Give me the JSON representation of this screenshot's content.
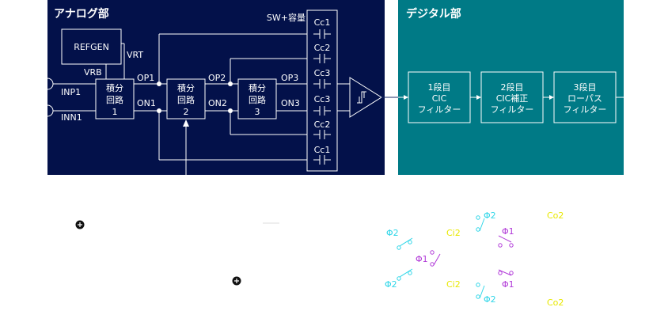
{
  "analog": {
    "title": "アナログ部",
    "refgen": "REFGEN",
    "vrt": "VRT",
    "vrb": "VRB",
    "inp1": "INP1",
    "inn1": "INN1",
    "int1": [
      "積分",
      "回路",
      "1"
    ],
    "int2": [
      "積分",
      "回路",
      "2"
    ],
    "int3": [
      "積分",
      "回路",
      "3"
    ],
    "op1": "OP1",
    "on1": "ON1",
    "op2": "OP2",
    "on2": "ON2",
    "op3": "OP3",
    "on3": "ON3",
    "sw_label": "SW+容量",
    "caps": [
      "Cc1",
      "Cc2",
      "Cc3",
      "Cc3",
      "Cc2",
      "Cc1"
    ]
  },
  "digital": {
    "title": "デジタル部",
    "blocks": [
      [
        "1段目",
        "CIC",
        "フィルター"
      ],
      [
        "2段目",
        "CIC補正",
        "フィルター"
      ],
      [
        "3段目",
        "ローパス",
        "フィルター"
      ]
    ]
  },
  "switch_detail": {
    "labels": {
      "phi2_a": "Φ2",
      "phi2_b": "Φ2",
      "phi2_c": "Φ2",
      "phi2_d": "Φ2",
      "phi1_a": "Φ1",
      "phi1_b": "Φ1",
      "phi1_c": "Φ1",
      "ci2_a": "Ci2",
      "ci2_b": "Ci2",
      "co2_a": "Co2",
      "co2_b": "Co2"
    }
  },
  "colors": {
    "analog_bg": "#03114a",
    "digital_bg": "#007a86",
    "phi2": "#2fd6e8",
    "phi1": "#b13ad8",
    "ci": "#e8e800",
    "co": "#e8e800"
  }
}
